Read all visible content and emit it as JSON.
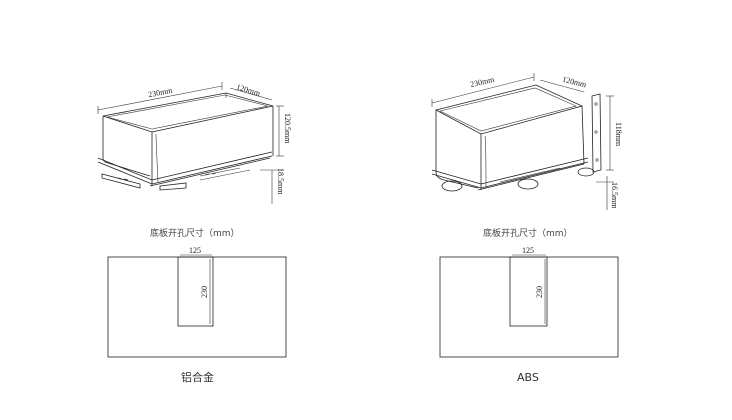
{
  "left": {
    "box_dims": {
      "width": "230mm",
      "depth": "120mm",
      "height": "120.5mm",
      "lip": "18.5mm"
    },
    "cutout_caption": "底板开孔尺寸（mm）",
    "cutout": {
      "width": "125",
      "height": "230"
    },
    "material": "铝合金"
  },
  "right": {
    "box_dims": {
      "width": "230mm",
      "depth": "120mm",
      "height": "118mm",
      "lip": "16.5mm"
    },
    "cutout_caption": "底板开孔尺寸（mm）",
    "cutout": {
      "width": "125",
      "height": "230"
    },
    "material": "ABS"
  }
}
